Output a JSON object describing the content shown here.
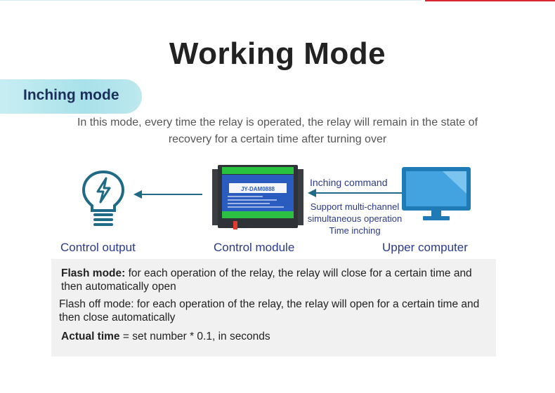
{
  "colors": {
    "accent_red": "#d6262e",
    "pill": "#a9e1ea",
    "navy": "#2b3a8a",
    "icon_blue": "#1f6a86",
    "monitor_blue": "#1e7bb5"
  },
  "title": "Working Mode",
  "section": {
    "label": "Inching mode"
  },
  "description": "In this mode, every time the relay is operated, the relay will remain in the state of recovery for a certain time after turning over",
  "diagram": {
    "command_label": "Inching command",
    "support_lines": [
      "Support multi-channel",
      "simultaneous operation",
      "Time inching"
    ],
    "module_text": "JY-DAM0888",
    "labels": {
      "output": "Control output",
      "module": "Control module",
      "upper": "Upper computer"
    },
    "icons": {
      "output": "lightbulb-bolt-icon",
      "module": "relay-module-icon",
      "upper": "monitor-icon"
    }
  },
  "notes": {
    "flash_term": "Flash mode:",
    "flash_text": " for each operation of the relay, the relay will close for a certain time and then automatically open",
    "flashoff_term": "Flash off mode",
    "flashoff_text": ": for each operation of the relay, the relay will open for a certain time and then close automatically",
    "actual_term": "Actual time",
    "actual_text": " = set number * 0.1, in seconds"
  }
}
